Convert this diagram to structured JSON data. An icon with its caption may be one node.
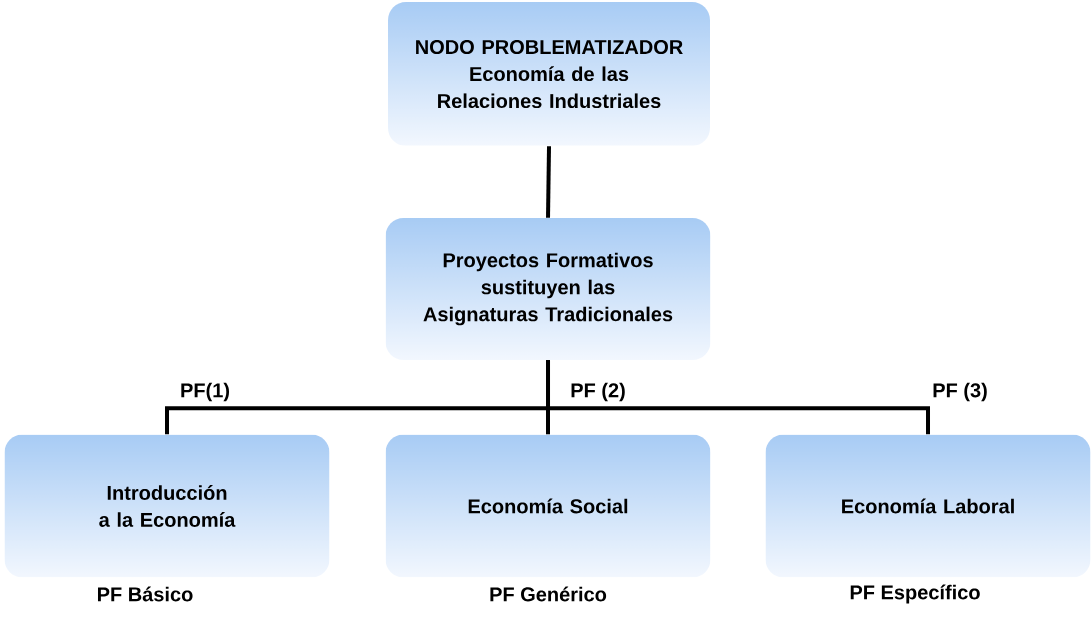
{
  "diagram": {
    "nodes": [
      {
        "text": [
          "NODO PROBLEMATIZADOR",
          "Economía de las Relaciones Industriales"
        ]
      },
      {
        "text": [
          "Proyectos Formativos sustituyen las Asignaturas Tradicionales"
        ]
      },
      {
        "text": [
          "Introducción a la Economía"
        ],
        "beside": [
          "PF Básico"
        ]
      },
      {
        "text": [
          "Economía Social"
        ],
        "beside": [
          "PF Genérico"
        ]
      },
      {
        "text": [
          "Economía Laboral"
        ],
        "beside": [
          "PF Específico"
        ]
      }
    ],
    "edges": [
      {
        "from": 0,
        "to": 1,
        "arrow": "none"
      },
      {
        "from": 1,
        "to": 2,
        "arrow": "none",
        "label": "PF(1)"
      },
      {
        "from": 1,
        "to": 3,
        "arrow": "none",
        "label": "PF (2)"
      },
      {
        "from": 1,
        "to": 4,
        "arrow": "none",
        "label": "PF (3)"
      }
    ]
  }
}
